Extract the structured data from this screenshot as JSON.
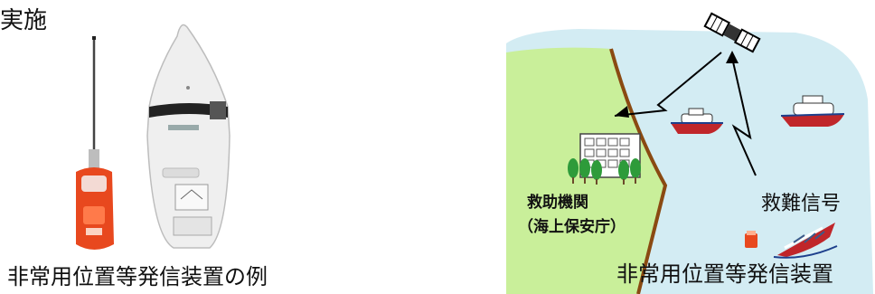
{
  "heading": "実施",
  "left_panel": {
    "caption": "非常用位置等発信装置の例"
  },
  "diagram": {
    "rescue_org": "救助機関",
    "rescue_org_sub": "（海上保安庁）",
    "signal_label": "救難信号",
    "device_label": "非常用位置等発信装置"
  },
  "colors": {
    "sea": "#d3ecf3",
    "land": "#c9ef9a",
    "coast": "#8a4a12",
    "beacon": "#e8481e",
    "device_body": "#ececec"
  }
}
